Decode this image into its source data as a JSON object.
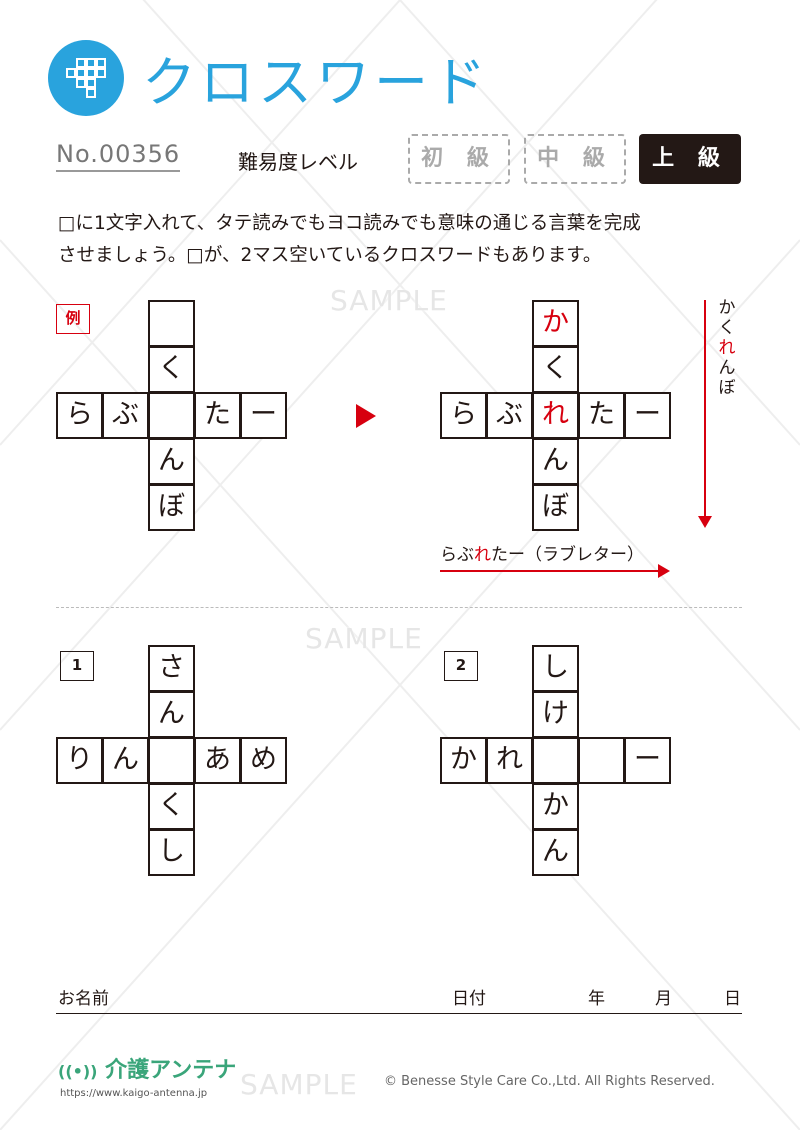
{
  "header": {
    "title": "クロスワード",
    "number": "No.00356",
    "level_label": "難易度レベル",
    "levels": [
      "初 級",
      "中 級",
      "上 級"
    ],
    "selected_level": "上 級"
  },
  "instructions": [
    "□に1文字入れて、タテ読みでもヨコ読みでも意味の通じる言葉を完成",
    "させましょう。□が、2マス空いているクロスワードもあります。"
  ],
  "example": {
    "tag": "例",
    "puzzle": {
      "vertical": [
        "",
        "く",
        "",
        "ん",
        "ぼ"
      ],
      "horizontal": [
        "ら",
        "ぶ",
        "",
        "た",
        "ー"
      ]
    },
    "answer": {
      "vertical": [
        "か",
        "く",
        "れ",
        "ん",
        "ぼ"
      ],
      "horizontal": [
        "ら",
        "ぶ",
        "れ",
        "た",
        "ー"
      ],
      "vertical_word": [
        "か",
        "く",
        "れ",
        "ん",
        "ぼ"
      ],
      "horizontal_word": [
        "ら",
        "ぶ",
        "れ",
        "たー（ラブレター）"
      ]
    },
    "accent_color": "#d7000f"
  },
  "puzzles": [
    {
      "tag": "1",
      "vertical": [
        "さ",
        "ん",
        "",
        "く",
        "し"
      ],
      "horizontal": [
        "り",
        "ん",
        "",
        "あ",
        "め"
      ]
    },
    {
      "tag": "2",
      "vertical": [
        "し",
        "け",
        "",
        "か",
        "ん"
      ],
      "horizontal": [
        "か",
        "れ",
        "",
        "",
        "ー"
      ]
    }
  ],
  "footer": {
    "name_label": "お名前",
    "date_label": "日付",
    "year": "年",
    "month": "月",
    "day": "日",
    "brand": "介護アンテナ",
    "url": "https://www.kaigo-antenna.jp",
    "copyright": "© Benesse Style Care Co.,Ltd. All Rights Reserved."
  },
  "watermark": "SAMPLE",
  "colors": {
    "brand_blue": "#29a3dd",
    "accent_red": "#d7000f"
  }
}
